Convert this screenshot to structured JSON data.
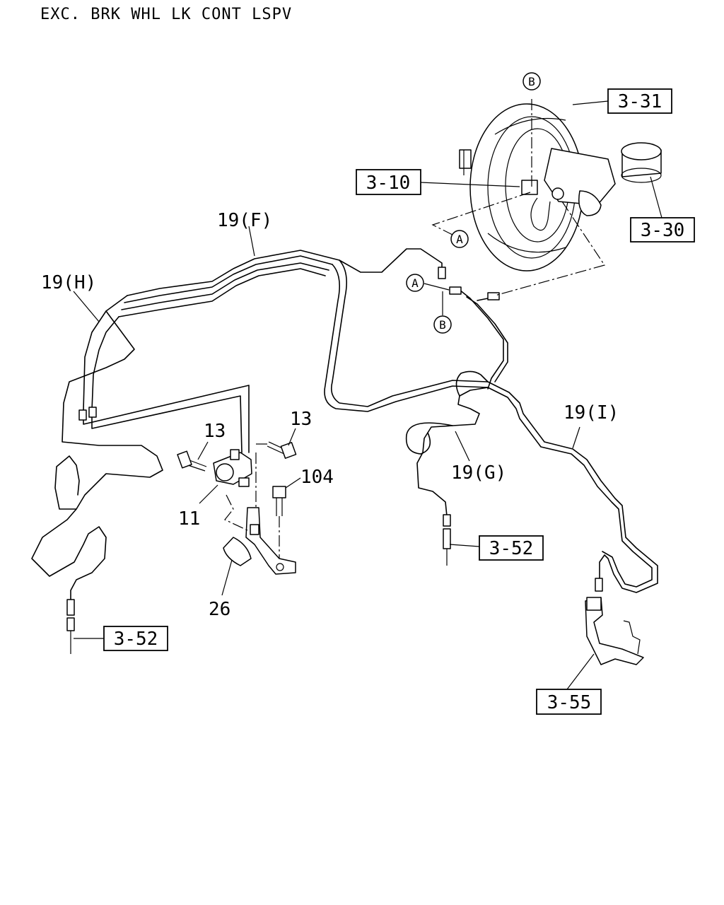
{
  "title": "EXC. BRK WHL LK CONT LSPV",
  "callouts": {
    "ref_3_31": "3-31",
    "ref_3_10": "3-10",
    "ref_3_30": "3-30",
    "ref_3_52_right": "3-52",
    "ref_3_52_left": "3-52",
    "ref_3_55": "3-55"
  },
  "part_labels": {
    "pipe_19f": "19(F)",
    "pipe_19h": "19(H)",
    "pipe_19i": "19(I)",
    "pipe_19g": "19(G)",
    "bolt_13_left": "13",
    "bolt_13_right": "13",
    "bolt_104": "104",
    "valve_11": "11",
    "bracket_26": "26"
  },
  "connection_markers": {
    "b_top": "B",
    "a_booster": "A",
    "a_pipe": "A",
    "b_pipe": "B"
  }
}
